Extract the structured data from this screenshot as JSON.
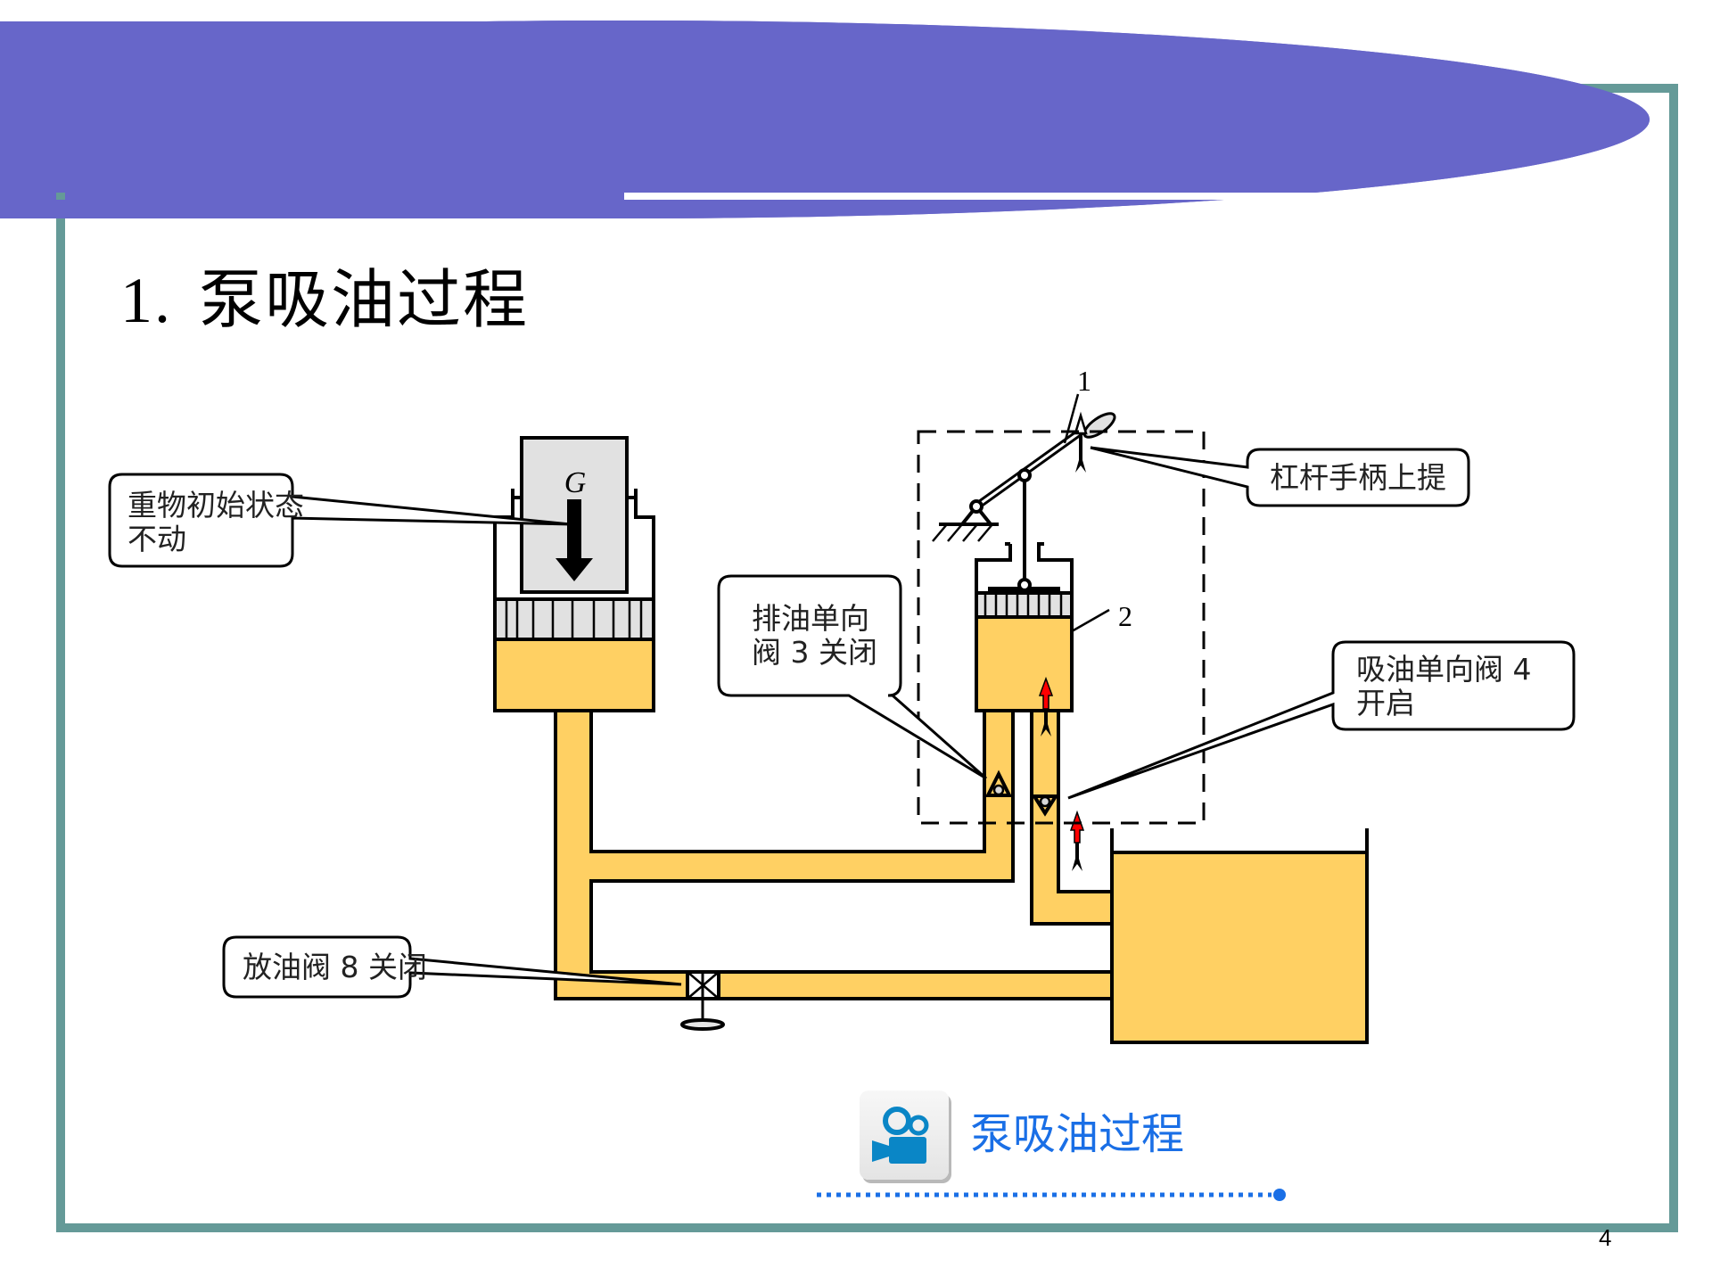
{
  "slide": {
    "title_number": "1.",
    "title_text": "泵吸油过程",
    "page_number": "4"
  },
  "theme": {
    "header_color": "#6766c9",
    "frame_color": "#659a98",
    "oil_color": "#ffd063",
    "piston_color": "#e1e1e1",
    "arrow_color": "#ff0000",
    "link_color": "#1a6fe6"
  },
  "diagram": {
    "weight_label": "G",
    "part_labels": {
      "lever": "1",
      "pump": "2"
    },
    "callouts": {
      "weight": {
        "line1": "重物初始状态",
        "line2": "不动"
      },
      "lever": {
        "line1": "杠杆手柄上提"
      },
      "discharge_valve": {
        "line1": "排油单向",
        "line2": "阀 3 关闭"
      },
      "suction_valve": {
        "line1": "吸油单向阀 4",
        "line2": "开启"
      },
      "drain_valve": {
        "line1": "放油阀 8 关闭"
      }
    }
  },
  "media_link": {
    "icon": "video-camera-icon",
    "label": "泵吸油过程"
  }
}
